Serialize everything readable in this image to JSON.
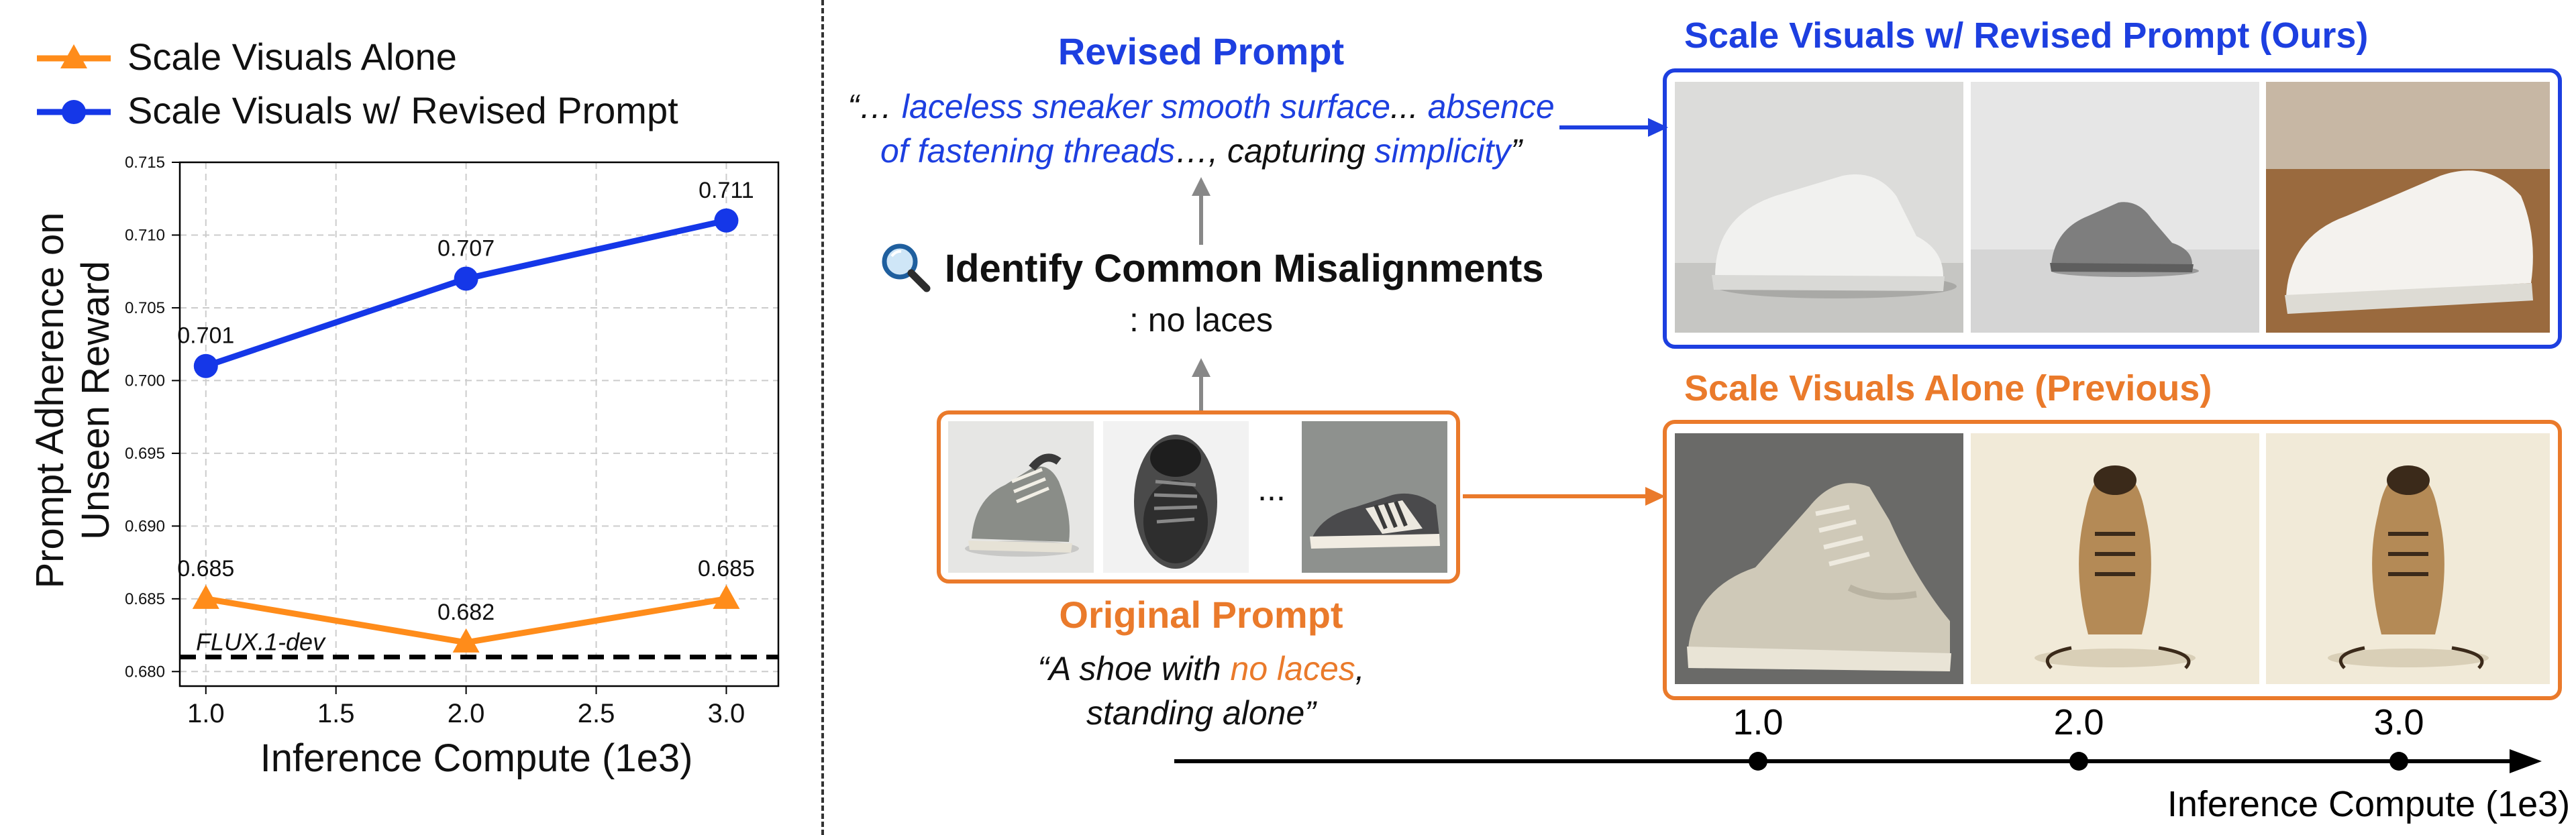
{
  "chart_data": {
    "type": "line",
    "xlabel": "Inference Compute (1e3)",
    "ylabel": "Prompt Adherence on\nUnseen Reward",
    "x": [
      1.0,
      2.0,
      3.0
    ],
    "xlim": [
      0.9,
      3.2
    ],
    "ylim": [
      0.679,
      0.715
    ],
    "xticks": [
      "1.0",
      "1.5",
      "2.0",
      "2.5",
      "3.0"
    ],
    "yticks": [
      "0.680",
      "0.685",
      "0.690",
      "0.695",
      "0.700",
      "0.705",
      "0.710",
      "0.715"
    ],
    "grid": true,
    "legend_position": "top-left, outside",
    "series": [
      {
        "name": "Scale Visuals Alone",
        "values": [
          0.685,
          0.682,
          0.685
        ],
        "labels": [
          "0.685",
          "0.682",
          "0.685"
        ],
        "color": "#ff8c1a",
        "marker": "triangle"
      },
      {
        "name": "Scale Visuals w/ Revised Prompt",
        "values": [
          0.701,
          0.707,
          0.711
        ],
        "labels": [
          "0.701",
          "0.707",
          "0.711"
        ],
        "color": "#1537e8",
        "marker": "circle"
      }
    ],
    "baseline": {
      "label": "FLUX.1-dev",
      "value": 0.681,
      "style": "dashed",
      "color": "#000000"
    }
  },
  "diagram": {
    "revised_prompt_title": "Revised Prompt",
    "revised_quote": {
      "l1_open": "“… ",
      "l1_hl1": "laceless sneaker smooth surface",
      "l1_mid": "... ",
      "l1_hl2": "absence",
      "l2_hl1": "of fastening threads",
      "l2_mid": "…, capturing ",
      "l2_hl2": "simplicity",
      "l2_close": "”"
    },
    "identify_title": "Identify Common Misalignments",
    "identify_sub": ": no laces",
    "magnifier_icon": "magnifying-glass",
    "ellipsis": "...",
    "original_prompt_title": "Original Prompt",
    "original_quote": {
      "l1_open": "“A shoe with ",
      "l1_hl": "no laces",
      "l1_close": ",",
      "l2": "standing alone”"
    },
    "ours_title": "Scale Visuals w/ Revised Prompt (Ours)",
    "prev_title": "Scale Visuals Alone (Previous)",
    "axis_ticks": [
      "1.0",
      "2.0",
      "3.0"
    ],
    "axis_label": "Inference Compute (1e3)",
    "colors": {
      "blue": "#1d3fe0",
      "orange": "#ea7a2b"
    }
  }
}
